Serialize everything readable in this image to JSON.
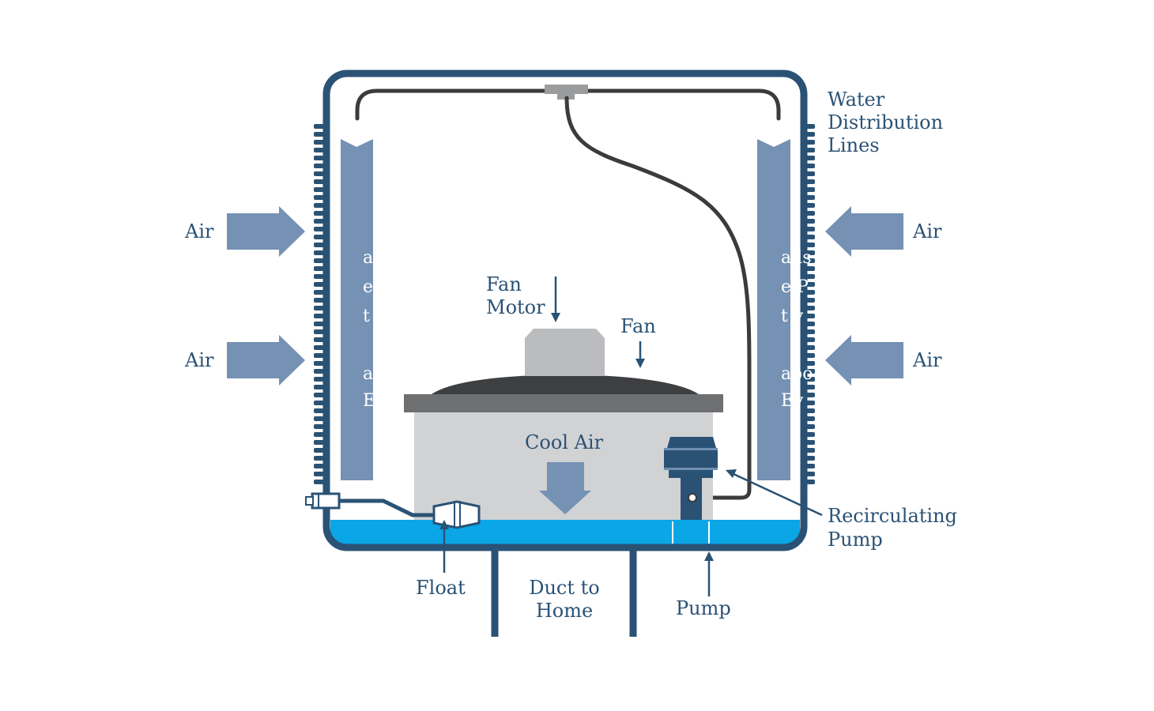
{
  "labels": {
    "air_left_top": "Air",
    "air_left_bottom": "Air",
    "air_right_top": "Air",
    "air_right_bottom": "Air",
    "water_lines": [
      "Water",
      "Distribution",
      "Lines"
    ],
    "fan_motor": [
      "Fan",
      "Motor"
    ],
    "fan": "Fan",
    "cool_air": "Cool Air",
    "recirculating_pump": [
      "Recirculating",
      "Pump"
    ],
    "float": "Float",
    "duct": [
      "Duct to",
      "Home"
    ],
    "pump": "Pump"
  },
  "pad_text": {
    "left": [
      "a",
      "e",
      "t",
      "a",
      "E"
    ],
    "right": [
      "ads",
      "e P",
      "t v",
      "apo",
      "Ev"
    ]
  },
  "colors": {
    "frame": "#2a5275",
    "pad": "#7591b3",
    "water": "#0aa6e6",
    "fan_body": "#d1d2d4",
    "fan_rim": "#6e6f71",
    "fan_blade": "#3e3f41",
    "motor": "#bbbcbe",
    "pump": "#2a5275",
    "pipe": "#3b3b3d"
  }
}
